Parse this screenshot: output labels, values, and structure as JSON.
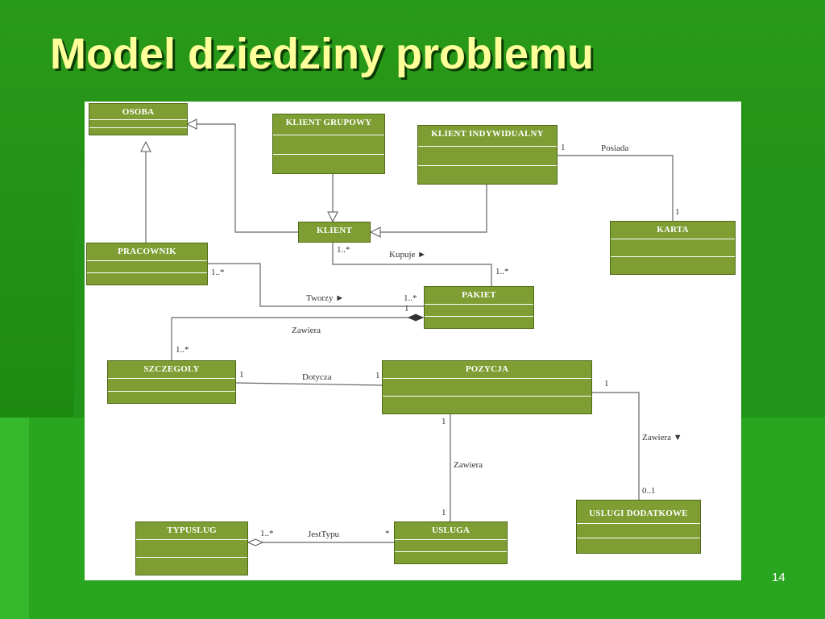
{
  "slide": {
    "title": "Model dziedziny problemu",
    "page_number": "14"
  },
  "classes": {
    "osoba": "OSOBA",
    "klient_grupowy": "KLIENT GRUPOWY",
    "klient_indywidualny": "KLIENT INDYWIDUALNY",
    "klient": "KLIENT",
    "karta": "KARTA",
    "pracownik": "PRACOWNIK",
    "pakiet": "PAKIET",
    "szczegoly": "SZCZEGOLY",
    "pozycja": "POZYCJA",
    "typuslug": "TYPUSLUG",
    "usluga": "USLUGA",
    "uslugi_dodatkowe": "USLUGI DODATKOWE"
  },
  "associations": {
    "posiada": {
      "label": "Posiada",
      "m1": "1",
      "m2": "1"
    },
    "kupuje": {
      "label": "Kupuje ►",
      "m1": "1..*",
      "m2": "1..*"
    },
    "tworzy": {
      "label": "Tworzy ►",
      "m1": "1..*",
      "m2": "1..*"
    },
    "zawiera_pakiet": {
      "label": "Zawiera",
      "m1": "1",
      "m2": "1..*"
    },
    "dotycza": {
      "label": "Dotycza",
      "m1": "1",
      "m2": "1"
    },
    "zawiera_usluga": {
      "label": "Zawiera",
      "m1": "1",
      "m2": "1"
    },
    "zawiera_dodatkowe": {
      "label": "Zawiera ▼",
      "m1": "1",
      "m2": "0..1"
    },
    "jesttypu": {
      "label": "JestTypu",
      "m1": "1..*",
      "m2": "*"
    }
  },
  "colors": {
    "class_fill": "#7e9e33",
    "class_border": "#4f6a18",
    "slide_background": "#1f8a12",
    "title_text": "#ffff99"
  }
}
